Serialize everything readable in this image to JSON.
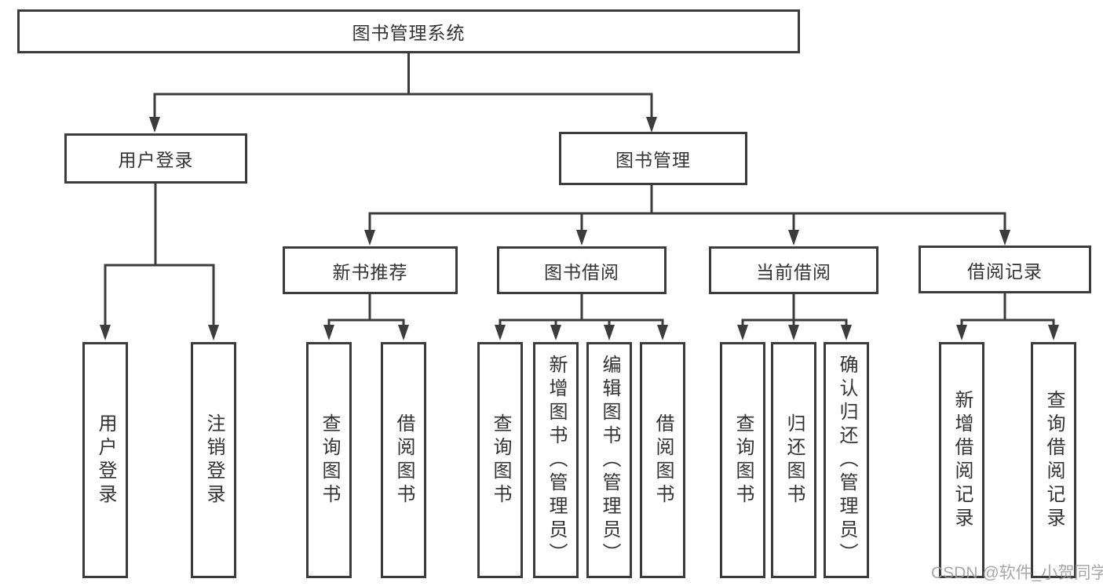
{
  "tree": {
    "root": "图书管理系统",
    "branches": [
      {
        "label": "用户登录",
        "leaves": [
          "用户登录",
          "注销登录"
        ]
      },
      {
        "label": "图书管理",
        "sections": [
          {
            "label": "新书推荐",
            "leaves": [
              "查询图书",
              "借阅图书"
            ]
          },
          {
            "label": "图书借阅",
            "leaves": [
              "查询图书",
              "新增图书（管理员）",
              "编辑图书（管理员）",
              "借阅图书"
            ]
          },
          {
            "label": "当前借阅",
            "leaves": [
              "查询图书",
              "归还图书",
              "确认归还（管理员）"
            ]
          },
          {
            "label": "借阅记录",
            "leaves": [
              "新增借阅记录",
              "查询借阅记录"
            ]
          }
        ]
      }
    ]
  },
  "watermark": "CSDN @软件_小贺同学",
  "colors": {
    "line": "#3c3c3c",
    "text": "#333333",
    "background": "#ffffff",
    "watermark": "#9e9e9e"
  }
}
